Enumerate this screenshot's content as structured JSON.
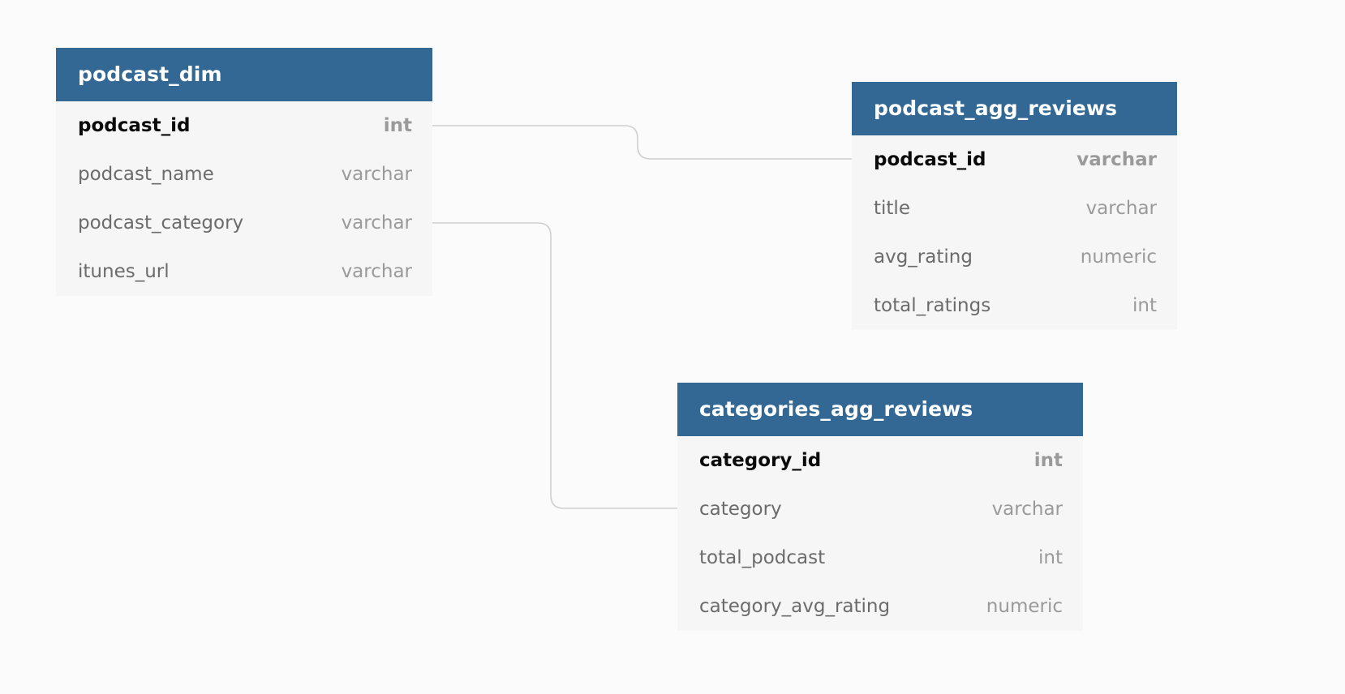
{
  "colors": {
    "background": "#fbfbfb",
    "header": "#336895",
    "header_text": "#ffffff",
    "table_body": "#f6f6f6",
    "pk_text": "#0b0b0b",
    "field_text": "#6b6b6b",
    "type_text": "#9a9a9a",
    "relation_line": "#cfcfcf"
  },
  "tables": [
    {
      "name": "podcast_dim",
      "fields": [
        {
          "name": "podcast_id",
          "type": "int",
          "pk": true
        },
        {
          "name": "podcast_name",
          "type": "varchar",
          "pk": false
        },
        {
          "name": "podcast_category",
          "type": "varchar",
          "pk": false
        },
        {
          "name": "itunes_url",
          "type": "varchar",
          "pk": false
        }
      ]
    },
    {
      "name": "podcast_agg_reviews",
      "fields": [
        {
          "name": "podcast_id",
          "type": "varchar",
          "pk": true
        },
        {
          "name": "title",
          "type": "varchar",
          "pk": false
        },
        {
          "name": "avg_rating",
          "type": "numeric",
          "pk": false
        },
        {
          "name": "total_ratings",
          "type": "int",
          "pk": false
        }
      ]
    },
    {
      "name": "categories_agg_reviews",
      "fields": [
        {
          "name": "category_id",
          "type": "int",
          "pk": true
        },
        {
          "name": "category",
          "type": "varchar",
          "pk": false
        },
        {
          "name": "total_podcast",
          "type": "int",
          "pk": false
        },
        {
          "name": "category_avg_rating",
          "type": "numeric",
          "pk": false
        }
      ]
    }
  ],
  "relations": [
    {
      "from": "podcast_dim.podcast_id",
      "to": "podcast_agg_reviews.podcast_id"
    },
    {
      "from": "podcast_dim.podcast_category",
      "to": "categories_agg_reviews.category"
    }
  ]
}
